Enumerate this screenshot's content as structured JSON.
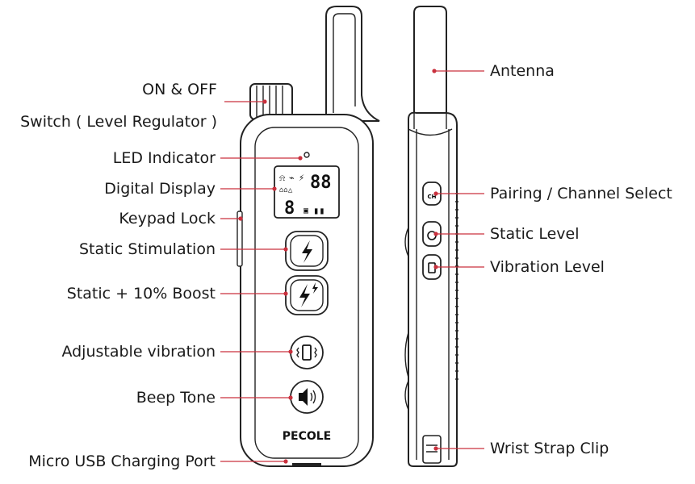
{
  "labels": {
    "on_off": "ON & OFF",
    "switch": "Switch ( Level Regulator )",
    "led": "LED Indicator",
    "display": "Digital Display",
    "keypad_lock": "Keypad Lock",
    "static_stim": "Static Stimulation",
    "static_boost": "Static + 10% Boost",
    "vibration": "Adjustable vibration",
    "beep": "Beep Tone",
    "usb": "Micro USB Charging Port",
    "antenna": "Antenna",
    "pairing": "Pairing / Channel Select",
    "static_level": "Static Level",
    "vibration_level": "Vibration Level",
    "wrist": "Wrist Strap Clip"
  },
  "device": {
    "brand": "PECOLE",
    "lcd_digits_top": "88",
    "lcd_digit_bottom": "8",
    "side_button_ch": "CH"
  },
  "icons": {
    "static": "lightning-bolt-icon",
    "boost": "double-lightning-icon",
    "vibration": "vibration-icon",
    "beep": "speaker-icon"
  },
  "colors": {
    "leader": "#c9303d",
    "outline": "#222222"
  }
}
